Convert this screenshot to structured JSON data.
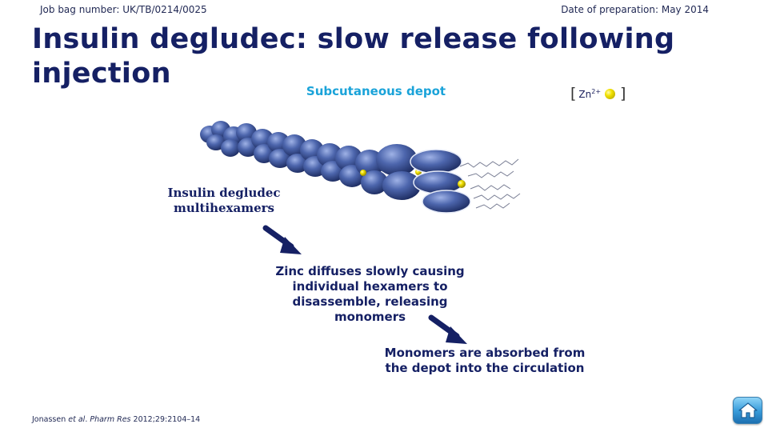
{
  "header": {
    "job_bag": "Job bag number: UK/TB/0214/0025",
    "date_of_preparation": "Date of preparation: May 2014"
  },
  "title": "Insulin degludec: slow release following injection",
  "subtitle": "Subcutaneous depot",
  "legend": {
    "open_bracket": "[",
    "zn_text": "Zn",
    "zn_charge": "2+",
    "close_bracket": "]",
    "zinc_color": "#f2e200"
  },
  "labels": {
    "multihexamers": "Insulin degludec multihexamers",
    "zinc_diffuses": "Zinc diffuses slowly causing individual hexamers to disassemble, releasing monomers",
    "monomers_absorbed": "Monomers are absorbed from the depot into the circulation"
  },
  "footnote": {
    "authors": "Jonassen ",
    "etal": "et al",
    "journal_prefix": ". ",
    "journal": "Pharm Res",
    "citation": " 2012;29:2104–14"
  },
  "colors": {
    "title": "#152064",
    "subtitle": "#1aa3d9",
    "arrow": "#152064",
    "hexamer_blue": "#4a62a8"
  },
  "icons": {
    "home": "home-icon",
    "arrow": "arrow-down-right-icon"
  }
}
